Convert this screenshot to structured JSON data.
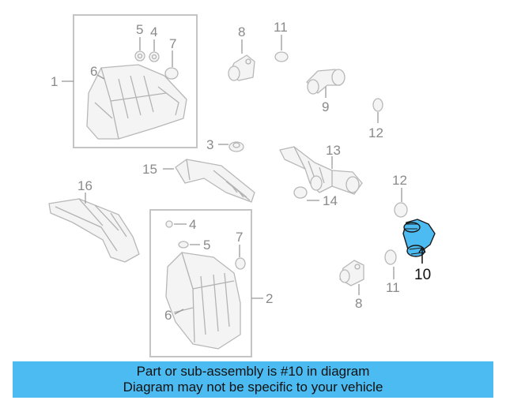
{
  "callouts": {
    "c1": "1",
    "c2": "2",
    "c3": "3",
    "c4a": "4",
    "c4b": "4",
    "c5a": "5",
    "c5b": "5",
    "c6a": "6",
    "c6b": "6",
    "c7a": "7",
    "c7b": "7",
    "c8a": "8",
    "c8b": "8",
    "c9": "9",
    "c10": "10",
    "c11a": "11",
    "c11b": "11",
    "c12a": "12",
    "c12b": "12",
    "c13": "13",
    "c14": "14",
    "c15": "15",
    "c16": "16"
  },
  "highlight": {
    "part_number": "10",
    "color": "#4bbbf1"
  },
  "banner": {
    "line1": "Part or sub-assembly is #10 in diagram",
    "line2": "Diagram may not be specific to your vehicle"
  }
}
